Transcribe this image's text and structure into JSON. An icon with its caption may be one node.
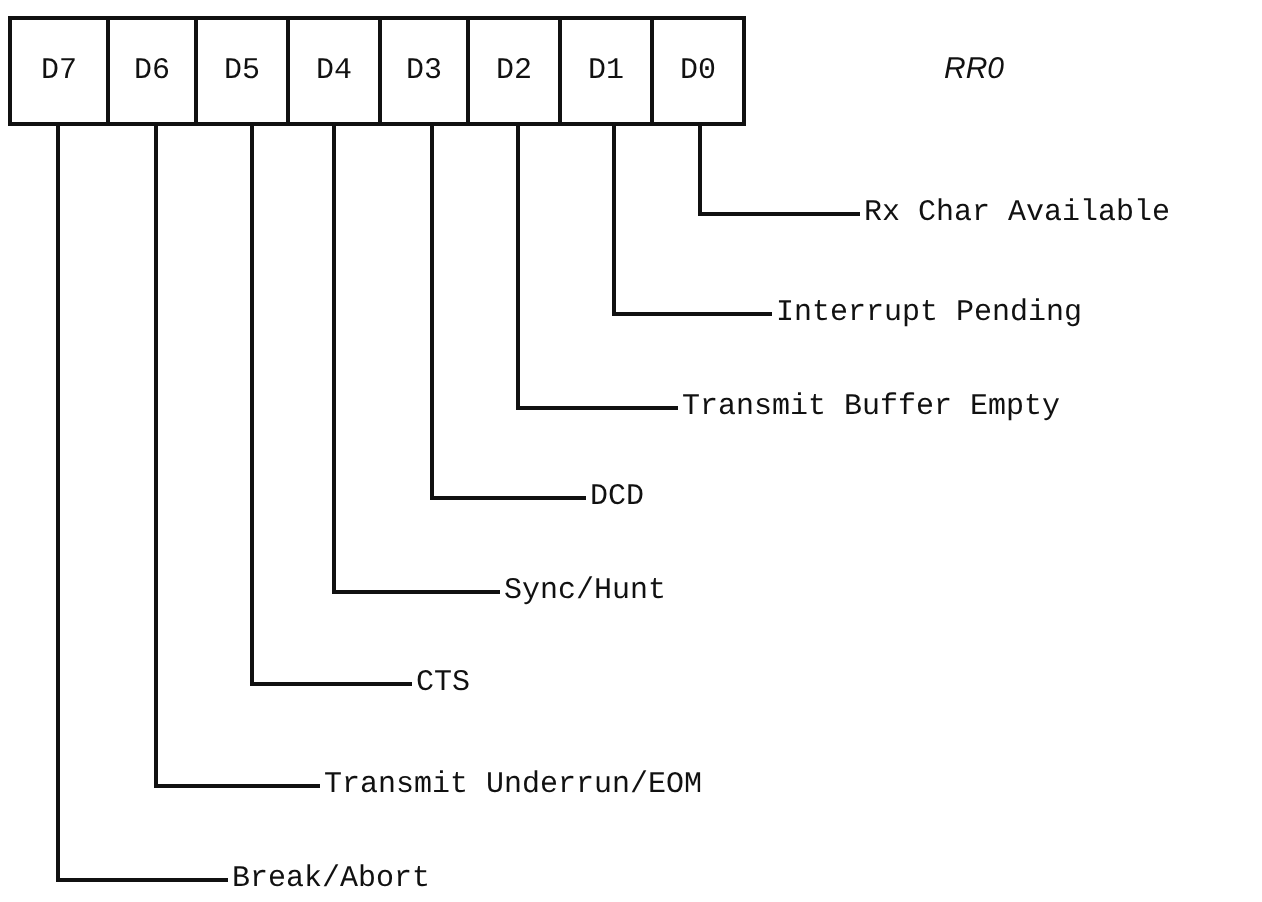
{
  "diagram": {
    "nodes": [
      {
        "text": [
          "D7"
        ]
      },
      {
        "text": [
          "D6"
        ]
      },
      {
        "text": [
          "D5"
        ]
      },
      {
        "text": [
          "D4"
        ]
      },
      {
        "text": [
          "D3"
        ]
      },
      {
        "text": [
          "D2"
        ]
      },
      {
        "text": [
          "D1"
        ]
      },
      {
        "text": [
          "D0"
        ]
      },
      {
        "text": [
          "Rx Char Available"
        ]
      },
      {
        "text": [
          "Interrupt Pending"
        ]
      },
      {
        "text": [
          "Transmit Buffer Empty"
        ]
      },
      {
        "text": [
          "DCD"
        ]
      },
      {
        "text": [
          "Sync/Hunt"
        ]
      },
      {
        "text": [
          "CTS"
        ]
      },
      {
        "text": [
          "Transmit Underrun/EOM"
        ]
      },
      {
        "text": [
          "Break/Abort"
        ]
      }
    ],
    "edges": [
      {
        "from": 7,
        "to": 8,
        "arrow": "none"
      },
      {
        "from": 6,
        "to": 9,
        "arrow": "none"
      },
      {
        "from": 5,
        "to": 10,
        "arrow": "none"
      },
      {
        "from": 4,
        "to": 11,
        "arrow": "none"
      },
      {
        "from": 3,
        "to": 12,
        "arrow": "none"
      },
      {
        "from": 2,
        "to": 13,
        "arrow": "none"
      },
      {
        "from": 1,
        "to": 14,
        "arrow": "none"
      },
      {
        "from": 0,
        "to": 15,
        "arrow": "none"
      }
    ],
    "labels": [
      "RR0"
    ]
  }
}
